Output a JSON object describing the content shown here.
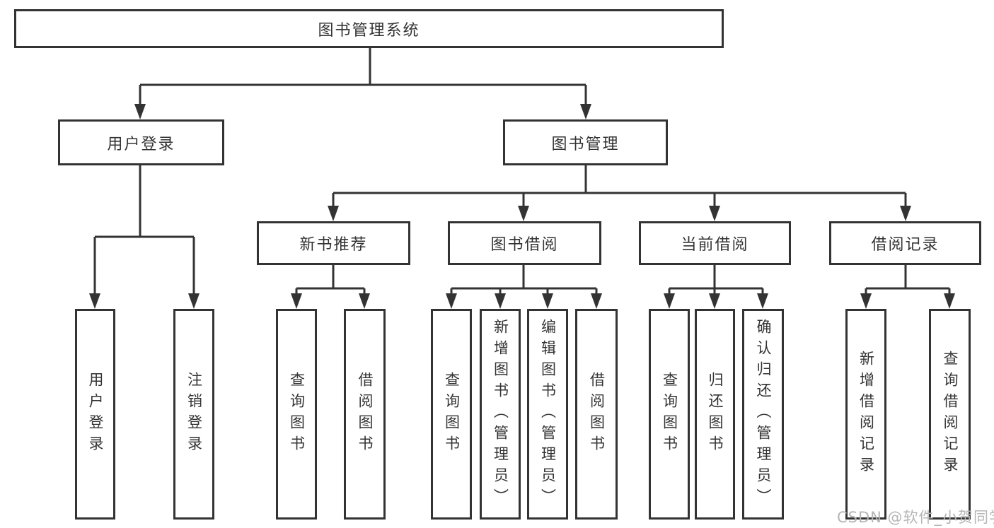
{
  "tree": {
    "root": {
      "label": "图书管理系统"
    },
    "branches": [
      {
        "label": "用户登录",
        "children": [
          {
            "label": "用户登录"
          },
          {
            "label": "注销登录"
          }
        ]
      },
      {
        "label": "图书管理",
        "children": [
          {
            "label": "新书推荐",
            "children": [
              {
                "label": "查询图书"
              },
              {
                "label": "借阅图书"
              }
            ]
          },
          {
            "label": "图书借阅",
            "children": [
              {
                "label": "查询图书"
              },
              {
                "label": "新增图书（管理员）"
              },
              {
                "label": "编辑图书（管理员）"
              },
              {
                "label": "借阅图书"
              }
            ]
          },
          {
            "label": "当前借阅",
            "children": [
              {
                "label": "查询图书"
              },
              {
                "label": "归还图书"
              },
              {
                "label": "确认归还（管理员）"
              }
            ]
          },
          {
            "label": "借阅记录",
            "children": [
              {
                "label": "新增借阅记录"
              },
              {
                "label": "查询借阅记录"
              }
            ]
          }
        ]
      }
    ]
  },
  "watermark": {
    "text": "CSDN @软件_小贺同学",
    "color": "#b5b5b5"
  },
  "colors": {
    "line": "#333333",
    "box_border": "#333333",
    "text": "#333333",
    "background": "#ffffff"
  }
}
